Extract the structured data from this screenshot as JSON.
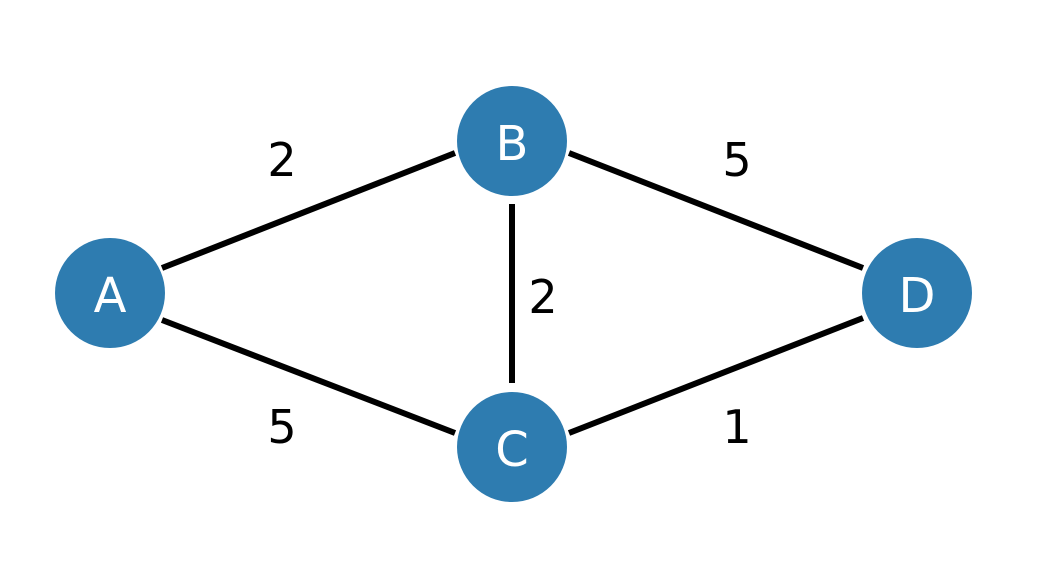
{
  "style": {
    "node_color": "#2e7cb0",
    "node_text_color": "#ffffff",
    "edge_color": "#000000"
  },
  "nodes": {
    "A": {
      "label": "A"
    },
    "B": {
      "label": "B"
    },
    "C": {
      "label": "C"
    },
    "D": {
      "label": "D"
    }
  },
  "edges": [
    {
      "id": "ab",
      "from": "A",
      "to": "B",
      "weight": "2"
    },
    {
      "id": "ac",
      "from": "A",
      "to": "C",
      "weight": "5"
    },
    {
      "id": "bc",
      "from": "B",
      "to": "C",
      "weight": "2"
    },
    {
      "id": "bd",
      "from": "B",
      "to": "D",
      "weight": "5"
    },
    {
      "id": "cd",
      "from": "C",
      "to": "D",
      "weight": "1"
    }
  ]
}
